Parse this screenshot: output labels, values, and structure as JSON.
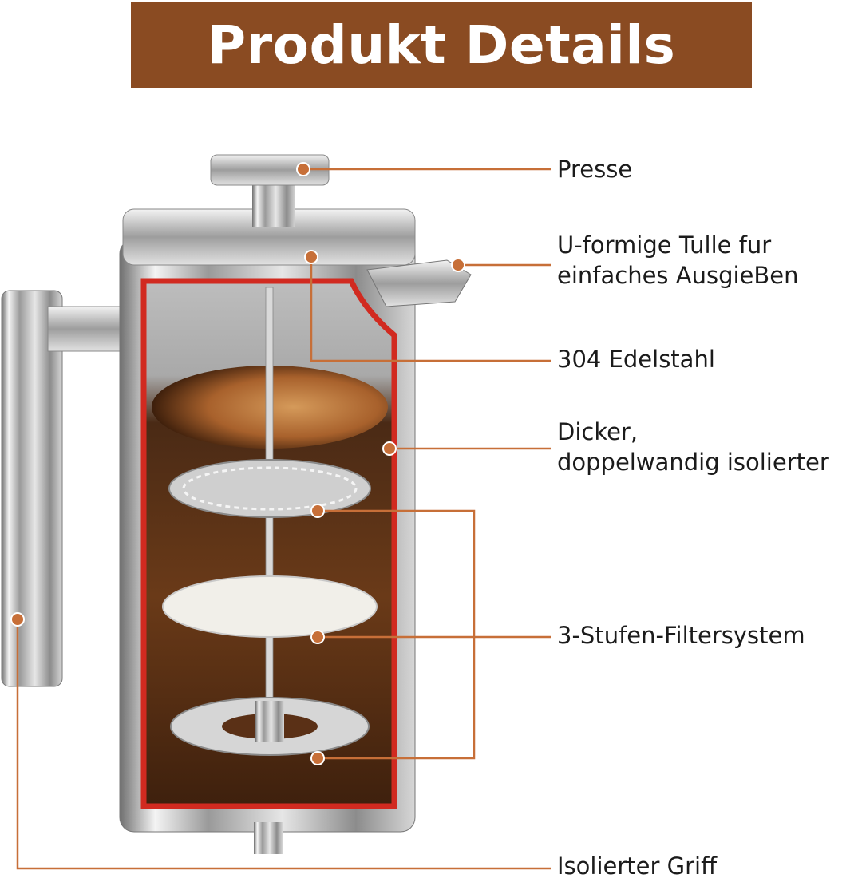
{
  "title": "Produkt Details",
  "colors": {
    "banner": "#8a4b22",
    "callout": "#c76f38",
    "text": "#1b1b1b"
  },
  "callouts": [
    {
      "id": "press",
      "label": "Presse"
    },
    {
      "id": "spout",
      "line1": "U-formige Tulle fur",
      "line2": "einfaches AusgieBen"
    },
    {
      "id": "steel",
      "label": "304 Edelstahl"
    },
    {
      "id": "wall",
      "line1": "Dicker,",
      "line2": "doppelwandig isolierter"
    },
    {
      "id": "filter",
      "label": "3-Stufen-Filtersystem"
    },
    {
      "id": "handle",
      "label": "Isolierter Griff"
    }
  ]
}
